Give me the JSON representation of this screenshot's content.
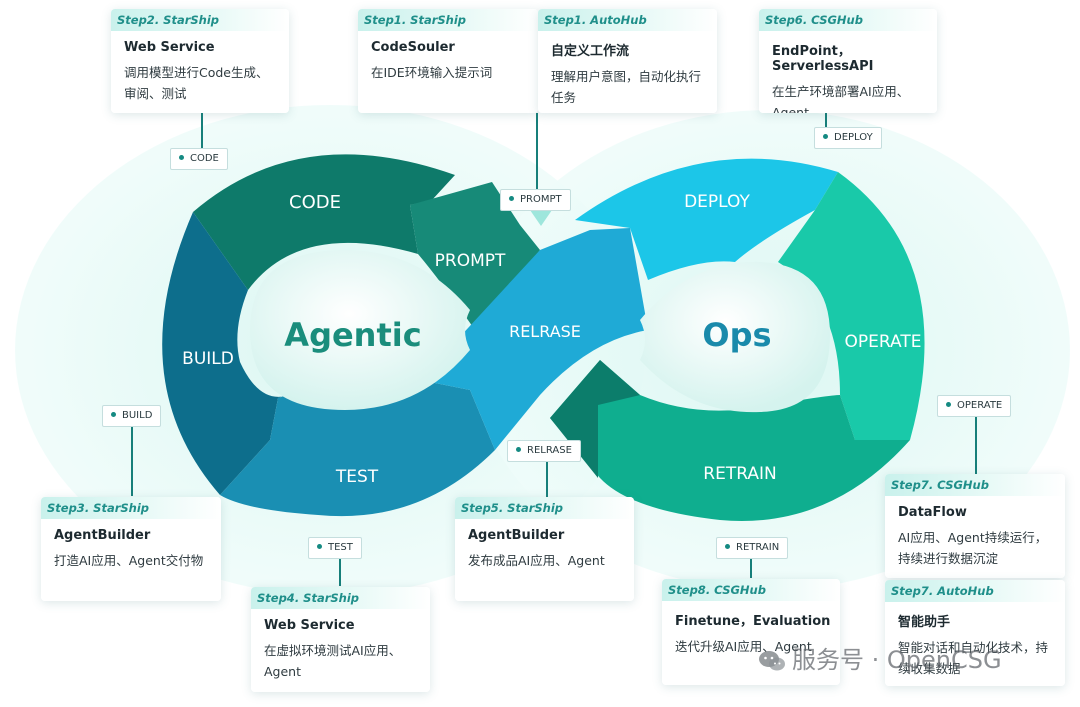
{
  "center": {
    "left": "Agentic",
    "right": "Ops"
  },
  "segments": {
    "code": "CODE",
    "prompt": "PROMPT",
    "build": "BUILD",
    "test": "TEST",
    "release": "RELRASE",
    "deploy": "DEPLOY",
    "operate": "OPERATE",
    "retrain": "RETRAIN"
  },
  "tags": {
    "code": "CODE",
    "prompt": "PROMPT",
    "deploy": "DEPLOY",
    "build": "BUILD",
    "release": "RELRASE",
    "test": "TEST",
    "operate": "OPERATE",
    "retrain": "RETRAIN"
  },
  "cards": {
    "step2": {
      "header": "Step2. StarShip",
      "title": "Web Service",
      "desc": "调用模型进行Code生成、审阅、测试"
    },
    "step1a": {
      "header": "Step1. StarShip",
      "title": "CodeSouler",
      "desc": "在IDE环境输入提示词"
    },
    "step1b": {
      "header": "Step1. AutoHub",
      "title": "自定义工作流",
      "desc": "理解用户意图，自动化执行任务"
    },
    "step6": {
      "header": "Step6. CSGHub",
      "title": "EndPoint，ServerlessAPI",
      "desc": "在生产环境部署AI应用、Agent"
    },
    "step3": {
      "header": "Step3. StarShip",
      "title": "AgentBuilder",
      "desc": "打造AI应用、Agent交付物"
    },
    "step4": {
      "header": "Step4. StarShip",
      "title": "Web Service",
      "desc": "在虚拟环境测试AI应用、Agent"
    },
    "step5": {
      "header": "Step5. StarShip",
      "title": "AgentBuilder",
      "desc": "发布成品AI应用、Agent"
    },
    "step7a": {
      "header": "Step7. CSGHub",
      "title": "DataFlow",
      "desc": "AI应用、Agent持续运行，持续进行数据沉淀"
    },
    "step7b": {
      "header": "Step7. AutoHub",
      "title": "智能助手",
      "desc": "智能对话和自动化技术，持续收集数据"
    },
    "step8": {
      "header": "Step8. CSGHub",
      "title": "Finetune，Evaluation",
      "desc": "迭代升级AI应用、Agent"
    }
  },
  "watermark": "服务号 · OpenCSG",
  "colors": {
    "code": "#0e7a6a",
    "prompt": "#178a78",
    "build": "#0d6e8c",
    "test": "#1a8fb3",
    "release": "#1faad6",
    "deploy": "#1cc6e8",
    "operate": "#19c9a9",
    "retrain": "#0fae8f",
    "halo": "#e8faf7",
    "accent": "#177f7a"
  }
}
